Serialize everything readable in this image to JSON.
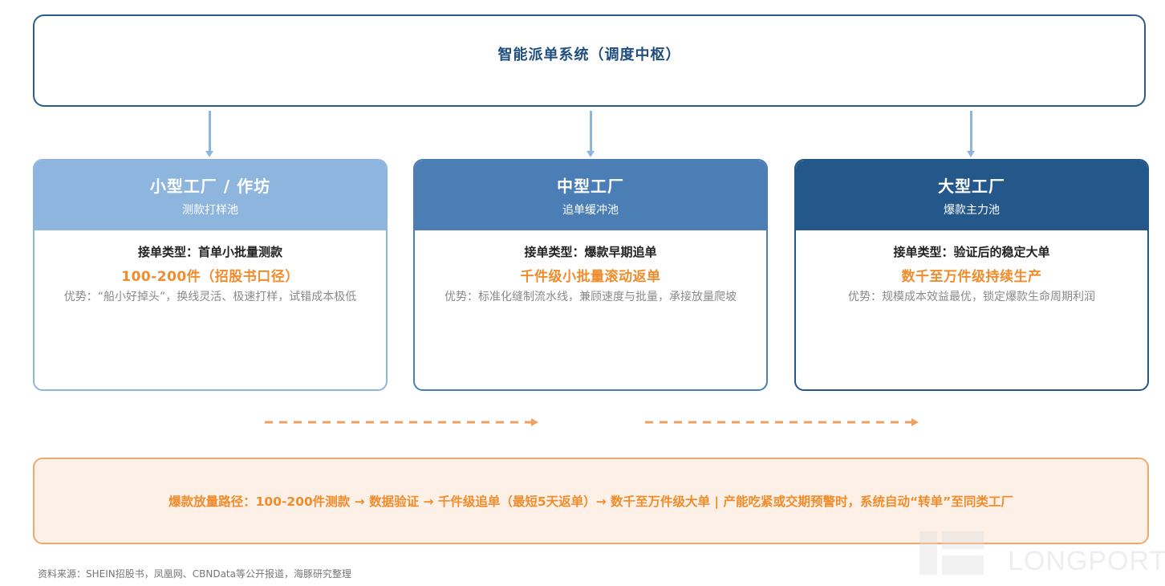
{
  "top": {
    "title": "智能派单系统（调度中枢）"
  },
  "cards": [
    {
      "title": "小型工厂 / 作坊",
      "subtitle": "测款打样池",
      "order_type": "接单类型：首单小批量测款",
      "volume": "100-200件（招股书口径）",
      "advantage": "优势：“船小好掉头”，换线灵活、极速打样，试错成本极低"
    },
    {
      "title": "中型工厂",
      "subtitle": "追单缓冲池",
      "order_type": "接单类型：爆款早期追单",
      "volume": "千件级小批量滚动返单",
      "advantage": "优势：标准化缝制流水线，兼顾速度与批量，承接放量爬坡"
    },
    {
      "title": "大型工厂",
      "subtitle": "爆款主力池",
      "order_type": "接单类型：验证后的稳定大单",
      "volume": "数千至万件级持续生产",
      "advantage": "优势：规模成本效益最优，锁定爆款生命周期利润"
    }
  ],
  "path": {
    "text": "爆款放量路径：100-200件测款 → 数据验证 → 千件级追单（最短5天返单）→ 数千至万件级大单 | 产能吃紧或交期预警时，系统自动“转单”至同类工厂"
  },
  "footer": {
    "source": "资料来源：SHEIN招股书，凤凰网、CBNData等公开报道，海豚研究整理",
    "watermark": "LONGPORT"
  },
  "colors": {
    "small": "#8eb5dd",
    "medium": "#4a7eb4",
    "large": "#24578a",
    "accent": "#f08c2b",
    "path_bg": "#fdf0e7"
  }
}
